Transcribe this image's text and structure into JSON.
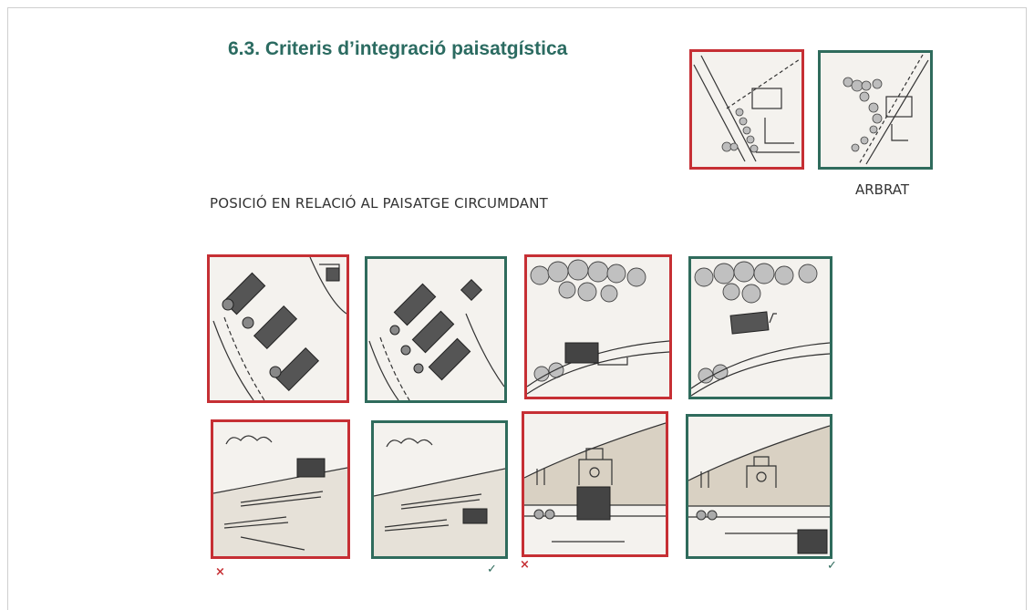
{
  "page": {
    "title": "6.3. Criteris d’integració paisatgística",
    "subtitle": "POSICIÓ EN RELACIÓ AL PAISATGE CIRCUMDANT",
    "arbrat_caption": "ARBRAT"
  },
  "marks": {
    "wrong": "×",
    "right": "✓"
  },
  "colors": {
    "wrong_border": "#c62f34",
    "right_border": "#2f6b5c",
    "title": "#2b6b61"
  }
}
